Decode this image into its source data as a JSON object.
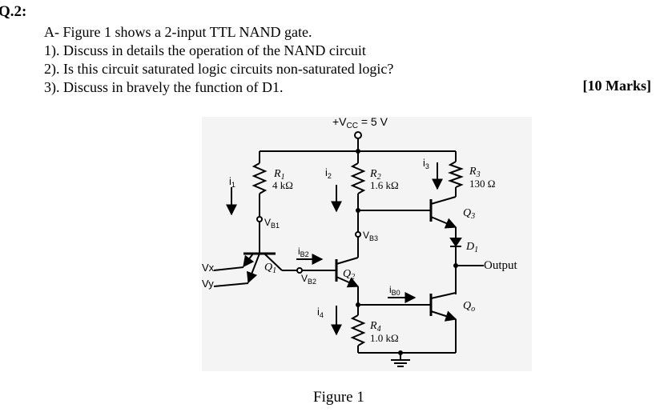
{
  "question": {
    "number": "Q.2:",
    "part_a": "A- Figure 1 shows a 2-input TTL NAND gate.",
    "item1": "1). Discuss in details  the operation of the NAND circuit",
    "item2": "2).  Is this circuit saturated logic circuits non-saturated logic?",
    "item3": "3). Discuss in bravely the function of D1.",
    "marks": "[10 Marks]"
  },
  "figure": {
    "caption": "Figure 1",
    "supply": "+VCC = 5 V",
    "supply_main": "+V",
    "supply_sub": "CC",
    "supply_rest": " = 5 V",
    "resistors": [
      {
        "id": "R1",
        "name": "R",
        "sub": "1",
        "value": "4 kΩ"
      },
      {
        "id": "R2",
        "name": "R",
        "sub": "2",
        "value": "1.6 kΩ"
      },
      {
        "id": "R3",
        "name": "R",
        "sub": "3",
        "value": "130 Ω"
      },
      {
        "id": "R4",
        "name": "R",
        "sub": "4",
        "value": "1.0 kΩ"
      }
    ],
    "currents": [
      {
        "id": "i1",
        "name": "i",
        "sub": "1"
      },
      {
        "id": "i2",
        "name": "i",
        "sub": "2"
      },
      {
        "id": "i3",
        "name": "i",
        "sub": "3"
      },
      {
        "id": "i4",
        "name": "i",
        "sub": "4"
      },
      {
        "id": "iB2",
        "name": "i",
        "sub": "B2"
      },
      {
        "id": "iB0",
        "name": "i",
        "sub": "B0"
      }
    ],
    "nodes": [
      {
        "id": "VB1",
        "name": "V",
        "sub": "B1"
      },
      {
        "id": "VB2",
        "name": "V",
        "sub": "B2"
      },
      {
        "id": "VB3",
        "name": "V",
        "sub": "B3"
      }
    ],
    "transistors": [
      {
        "id": "Q1",
        "name": "Q",
        "sub": "1"
      },
      {
        "id": "Q2",
        "name": "Q",
        "sub": "2"
      },
      {
        "id": "Q3",
        "name": "Q",
        "sub": "3"
      },
      {
        "id": "Qo",
        "name": "Q",
        "sub": "o"
      }
    ],
    "diode": {
      "name": "D",
      "sub": "1"
    },
    "inputs": [
      "Vx",
      "Vy"
    ],
    "output": "Output"
  }
}
